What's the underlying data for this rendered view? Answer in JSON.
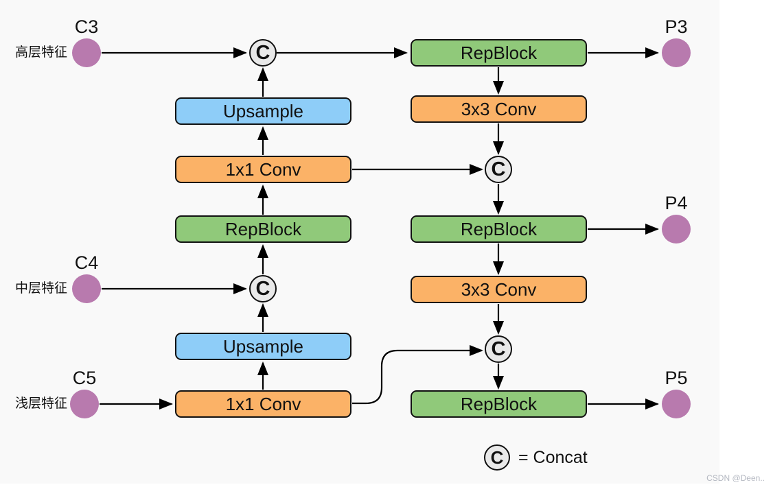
{
  "colors": {
    "background": "#f9f9f9",
    "box_green": "#90c97a",
    "box_orange": "#fbb267",
    "box_blue": "#8ecdf8",
    "port_purple": "#b87aae",
    "concat_fill": "#e9e9e9",
    "line": "#000000",
    "watermark_color": "#b4b8c1"
  },
  "nodes": {
    "c3": {
      "label": "C3",
      "caption": "高层特征"
    },
    "c4": {
      "label": "C4",
      "caption": "中层特征"
    },
    "c5": {
      "label": "C5",
      "caption": "浅层特征"
    },
    "p3": {
      "label": "P3"
    },
    "p4": {
      "label": "P4"
    },
    "p5": {
      "label": "P5"
    },
    "upsample_top": {
      "label": "Upsample"
    },
    "conv1x1_mid": {
      "label": "1x1 Conv"
    },
    "repblock_left": {
      "label": "RepBlock"
    },
    "upsample_bottom": {
      "label": "Upsample"
    },
    "conv1x1_bottom": {
      "label": "1x1 Conv"
    },
    "repblock_p3": {
      "label": "RepBlock"
    },
    "conv3x3_top": {
      "label": "3x3 Conv"
    },
    "repblock_p4": {
      "label": "RepBlock"
    },
    "conv3x3_mid": {
      "label": "3x3 Conv"
    },
    "repblock_p5": {
      "label": "RepBlock"
    },
    "concat": {
      "symbol": "C"
    }
  },
  "edges": [
    [
      "c3",
      "concat_top"
    ],
    [
      "upsample_top",
      "concat_top"
    ],
    [
      "concat_top",
      "repblock_p3"
    ],
    [
      "repblock_p3",
      "p3"
    ],
    [
      "repblock_p3",
      "conv3x3_top"
    ],
    [
      "conv3x3_top",
      "concat_r1"
    ],
    [
      "conv1x1_mid",
      "concat_r1"
    ],
    [
      "conv1x1_mid",
      "upsample_top"
    ],
    [
      "concat_r1",
      "repblock_p4"
    ],
    [
      "repblock_p4",
      "p4"
    ],
    [
      "repblock_p4",
      "conv3x3_mid"
    ],
    [
      "conv3x3_mid",
      "concat_r2"
    ],
    [
      "conv1x1_bottom",
      "concat_r2"
    ],
    [
      "conv1x1_bottom",
      "upsample_bottom"
    ],
    [
      "concat_r2",
      "repblock_p5"
    ],
    [
      "repblock_p5",
      "p5"
    ],
    [
      "c4",
      "concat_mid"
    ],
    [
      "upsample_bottom",
      "concat_mid"
    ],
    [
      "concat_mid",
      "repblock_left"
    ],
    [
      "repblock_left",
      "conv1x1_mid"
    ],
    [
      "c5",
      "conv1x1_bottom"
    ]
  ],
  "legend": {
    "symbol": "C",
    "text": "= Concat"
  },
  "watermark": "CSDN @Deen.."
}
